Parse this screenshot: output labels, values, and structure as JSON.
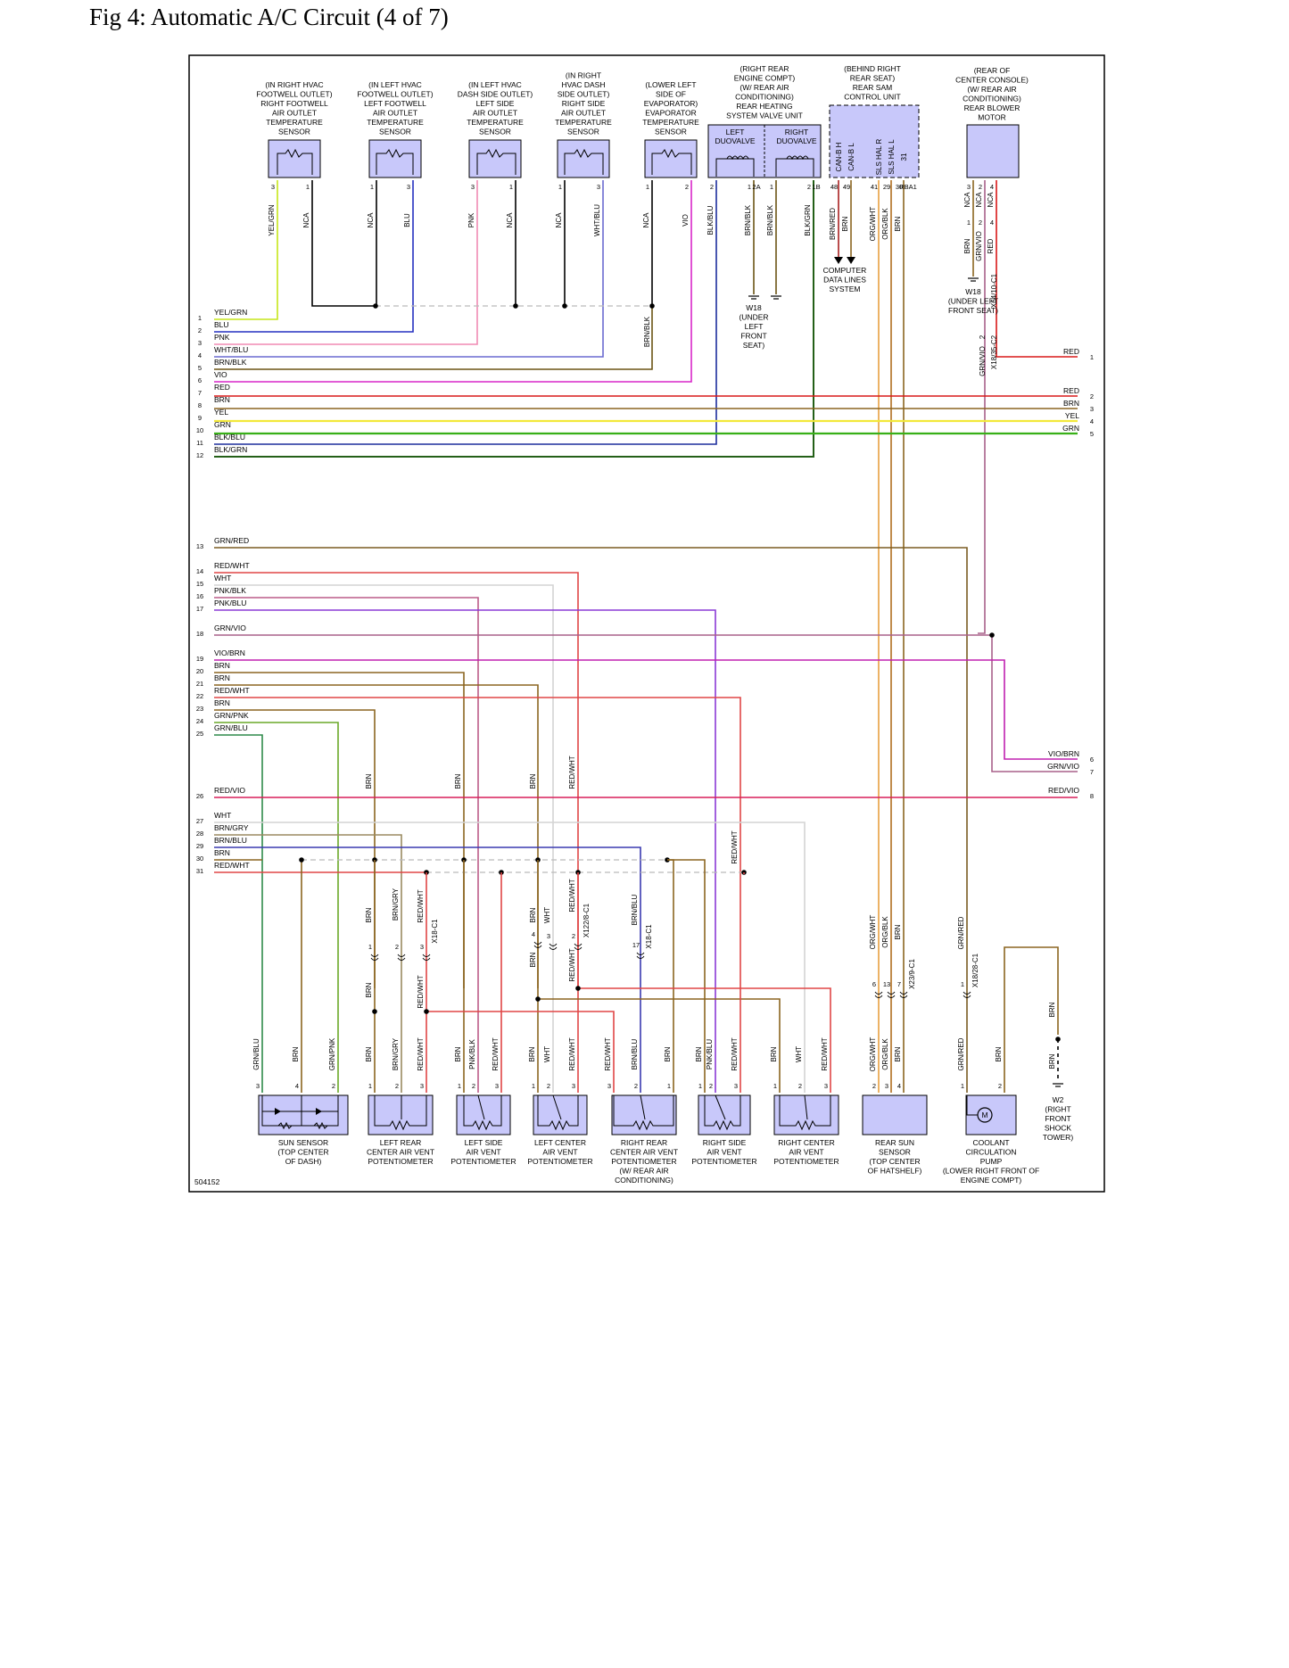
{
  "title": "Fig 4: Automatic A/C Circuit (4 of 7)",
  "diagram_id": "504152",
  "colors": {
    "YEL/GRN": "#c6e619",
    "BLU": "#2530c0",
    "PNK": "#f08ab4",
    "WHT/BLU": "#6a6ad0",
    "BRN/BLK": "#6b5414",
    "VIO": "#d826c8",
    "RED": "#d81818",
    "BRN": "#8b6520",
    "YEL": "#f2e83a",
    "GRN": "#38b018",
    "BLK/BLU": "#1c2d9c",
    "BLK/GRN": "#246018",
    "GRN/RED": "#7a5c22",
    "RED/WHT": "#e04646",
    "WHT": "#d4d4d4",
    "PNK/BLK": "#bc5c88",
    "PNK/BLU": "#8a3ad6",
    "GRN/VIO": "#a8608a",
    "VIO/BRN": "#c020b0",
    "GRN/PNK": "#6aa828",
    "GRN/BLU": "#2e8a4a",
    "RED/VIO": "#d81e5a",
    "BRN/GRY": "#9a8a60",
    "BRN/BLU": "#3a3ab0",
    "NCA": "#000000",
    "ORG/WHT": "#e8a040",
    "ORG/BLK": "#b07020",
    "BRN/RED": "#a82020",
    "PNK-dup": "#f08ab4",
    "BOX": "#c8c8fa"
  },
  "left_wires": [
    {
      "n": "1",
      "label": "YEL/GRN"
    },
    {
      "n": "2",
      "label": "BLU"
    },
    {
      "n": "3",
      "label": "PNK"
    },
    {
      "n": "4",
      "label": "WHT/BLU"
    },
    {
      "n": "5",
      "label": "BRN/BLK"
    },
    {
      "n": "6",
      "label": "VIO"
    },
    {
      "n": "7",
      "label": "RED"
    },
    {
      "n": "8",
      "label": "BRN"
    },
    {
      "n": "9",
      "label": "YEL"
    },
    {
      "n": "10",
      "label": "GRN"
    },
    {
      "n": "11",
      "label": "BLK/BLU"
    },
    {
      "n": "12",
      "label": "BLK/GRN"
    },
    {
      "n": "13",
      "label": "GRN/RED"
    },
    {
      "n": "14",
      "label": "RED/WHT"
    },
    {
      "n": "15",
      "label": "WHT"
    },
    {
      "n": "16",
      "label": "PNK/BLK"
    },
    {
      "n": "17",
      "label": "PNK/BLU"
    },
    {
      "n": "18",
      "label": "GRN/VIO"
    },
    {
      "n": "19",
      "label": "VIO/BRN"
    },
    {
      "n": "20",
      "label": "BRN"
    },
    {
      "n": "21",
      "label": "BRN"
    },
    {
      "n": "22",
      "label": "RED/WHT"
    },
    {
      "n": "23",
      "label": "BRN"
    },
    {
      "n": "24",
      "label": "GRN/PNK"
    },
    {
      "n": "25",
      "label": "GRN/BLU"
    },
    {
      "n": "26",
      "label": "RED/VIO"
    },
    {
      "n": "27",
      "label": "WHT"
    },
    {
      "n": "28",
      "label": "BRN/GRY"
    },
    {
      "n": "29",
      "label": "BRN/BLU"
    },
    {
      "n": "30",
      "label": "BRN"
    },
    {
      "n": "31",
      "label": "RED/WHT"
    }
  ],
  "right_wires": [
    {
      "n": "1",
      "label": "RED"
    },
    {
      "n": "2",
      "label": "RED"
    },
    {
      "n": "3",
      "label": "BRN"
    },
    {
      "n": "4",
      "label": "YEL"
    },
    {
      "n": "5",
      "label": "GRN"
    },
    {
      "n": "6",
      "label": "VIO/BRN"
    },
    {
      "n": "7",
      "label": "GRN/VIO"
    },
    {
      "n": "8",
      "label": "RED/VIO"
    }
  ],
  "top_components": [
    {
      "name": "right-footwell-sensor",
      "lines": [
        "(IN RIGHT HVAC",
        "FOOTWELL OUTLET)",
        "RIGHT FOOTWELL",
        "AIR OUTLET",
        "TEMPERATURE",
        "SENSOR"
      ],
      "pins": [
        {
          "n": "3",
          "w": "YEL/GRN"
        },
        {
          "n": "1",
          "w": "NCA"
        }
      ]
    },
    {
      "name": "left-footwell-sensor",
      "lines": [
        "(IN LEFT HVAC",
        "FOOTWELL OUTLET)",
        "LEFT FOOTWELL",
        "AIR OUTLET",
        "TEMPERATURE",
        "SENSOR"
      ],
      "pins": [
        {
          "n": "1",
          "w": "NCA"
        },
        {
          "n": "3",
          "w": "BLU"
        }
      ]
    },
    {
      "name": "left-side-outlet-sensor",
      "lines": [
        "(IN LEFT HVAC",
        "DASH SIDE OUTLET)",
        "LEFT SIDE",
        "AIR OUTLET",
        "TEMPERATURE",
        "SENSOR"
      ],
      "pins": [
        {
          "n": "3",
          "w": "PNK"
        },
        {
          "n": "1",
          "w": "NCA"
        }
      ]
    },
    {
      "name": "right-side-outlet-sensor",
      "lines": [
        "(IN RIGHT",
        "HVAC DASH",
        "SIDE OUTLET)",
        "RIGHT SIDE",
        "AIR OUTLET",
        "TEMPERATURE",
        "SENSOR"
      ],
      "pins": [
        {
          "n": "1",
          "w": "NCA"
        },
        {
          "n": "3",
          "w": "WHT/BLU"
        }
      ]
    },
    {
      "name": "evaporator-sensor",
      "lines": [
        "(LOWER LEFT",
        "SIDE OF",
        "EVAPORATOR)",
        "EVAPORATOR",
        "TEMPERATURE",
        "SENSOR"
      ],
      "pins": [
        {
          "n": "1",
          "w": "NCA"
        },
        {
          "n": "2",
          "w": "VIO"
        }
      ]
    }
  ],
  "valve_unit": {
    "lines": [
      "(RIGHT REAR",
      "ENGINE COMPT)",
      "(W/ REAR AIR",
      "CONDITIONING)",
      "REAR HEATING",
      "SYSTEM VALVE UNIT"
    ],
    "left": [
      "LEFT",
      "DUOVALVE"
    ],
    "right": [
      "RIGHT",
      "DUOVALVE"
    ],
    "pins": [
      {
        "n": "2",
        "w": "BLK/BLU"
      },
      {
        "n": "1",
        "w": "BRN/BLK"
      },
      {
        "n": "2A",
        "w": ""
      },
      {
        "n": "1",
        "w": "BRN/BLK"
      },
      {
        "n": "2",
        "w": "BLK/GRN"
      },
      {
        "n": "1B",
        "w": ""
      }
    ]
  },
  "sam_unit": {
    "lines": [
      "(BEHIND RIGHT",
      "REAR SEAT)",
      "REAR SAM",
      "CONTROL UNIT"
    ],
    "pins_text": [
      "CAN-B H",
      "CAN-B L",
      "SLS HAL R",
      "SLS HAL L",
      "31"
    ],
    "pins": [
      {
        "n": "48",
        "w": "BRN/RED"
      },
      {
        "n": "49",
        "w": "BRN"
      },
      {
        "n": "41",
        "w": "ORG/WHT"
      },
      {
        "n": "29",
        "w": "ORG/BLK"
      },
      {
        "n": "30",
        "w": "BRN"
      },
      {
        "n": "RBA1",
        "w": ""
      }
    ]
  },
  "blower": {
    "lines": [
      "(REAR OF",
      "CENTER CONSOLE)",
      "(W/ REAR AIR",
      "CONDITIONING)",
      "REAR BLOWER",
      "MOTOR"
    ],
    "pins": [
      {
        "n": "3",
        "w": "NCA"
      },
      {
        "n": "2",
        "w": "NCA"
      },
      {
        "n": "4",
        "w": "NCA"
      }
    ],
    "wires": [
      {
        "n": "1",
        "w": "BRN"
      },
      {
        "n": "2",
        "w": "GRN/VIO"
      },
      {
        "n": "4",
        "w": "RED"
      }
    ]
  },
  "data_lines": [
    "COMPUTER",
    "DATA LINES",
    "SYSTEM"
  ],
  "ground_w18_seat": [
    "W18",
    "(UNDER",
    "LEFT",
    "FRONT",
    "SEAT)"
  ],
  "ground_w18_front": [
    "W18",
    "(UNDER LEFT",
    "FRONT SEAT)"
  ],
  "ground_w2": [
    "W2",
    "(RIGHT",
    "FRONT",
    "SHOCK",
    "TOWER)"
  ],
  "connectors": [
    "X64/10-C1",
    "X18/35-C2",
    "X18-C1",
    "X122/8-C1",
    "X18-C1",
    "X23/9-C1",
    "X18/28-C1"
  ],
  "bottom_components": [
    {
      "name": "sun-sensor",
      "lines": [
        "SUN SENSOR",
        "(TOP CENTER",
        "OF DASH)"
      ],
      "pins": [
        {
          "n": "3",
          "w": "GRN/BLU"
        },
        {
          "n": "4",
          "w": "BRN"
        },
        {
          "n": "2",
          "w": "GRN/PNK"
        }
      ]
    },
    {
      "name": "left-rear-center-pot",
      "lines": [
        "LEFT REAR",
        "CENTER AIR VENT",
        "POTENTIOMETER"
      ],
      "pins": [
        {
          "n": "1",
          "w": "BRN"
        },
        {
          "n": "2",
          "w": "BRN/GRY"
        },
        {
          "n": "3",
          "w": "RED/WHT"
        }
      ]
    },
    {
      "name": "left-side-pot",
      "lines": [
        "LEFT SIDE",
        "AIR VENT",
        "POTENTIOMETER"
      ],
      "pins": [
        {
          "n": "1",
          "w": "BRN"
        },
        {
          "n": "2",
          "w": "PNK/BLK"
        },
        {
          "n": "3",
          "w": "RED/WHT"
        }
      ]
    },
    {
      "name": "left-center-pot",
      "lines": [
        "LEFT CENTER",
        "AIR VENT",
        "POTENTIOMETER"
      ],
      "pins": [
        {
          "n": "1",
          "w": "BRN"
        },
        {
          "n": "2",
          "w": "WHT"
        },
        {
          "n": "3",
          "w": "RED/WHT"
        }
      ]
    },
    {
      "name": "right-rear-center-pot",
      "lines": [
        "RIGHT REAR",
        "CENTER AIR VENT",
        "POTENTIOMETER",
        "(W/ REAR AIR",
        "CONDITIONING)"
      ],
      "pins": [
        {
          "n": "3",
          "w": "RED/WHT"
        },
        {
          "n": "2",
          "w": "BRN/BLU"
        },
        {
          "n": "1",
          "w": "BRN"
        }
      ]
    },
    {
      "name": "right-side-pot",
      "lines": [
        "RIGHT SIDE",
        "AIR VENT",
        "POTENTIOMETER"
      ],
      "pins": [
        {
          "n": "1",
          "w": "BRN"
        },
        {
          "n": "2",
          "w": "PNK/BLU"
        },
        {
          "n": "3",
          "w": "RED/WHT"
        }
      ]
    },
    {
      "name": "right-center-pot",
      "lines": [
        "RIGHT CENTER",
        "AIR VENT",
        "POTENTIOMETER"
      ],
      "pins": [
        {
          "n": "1",
          "w": "BRN"
        },
        {
          "n": "2",
          "w": "WHT"
        },
        {
          "n": "3",
          "w": "RED/WHT"
        }
      ]
    },
    {
      "name": "rear-sun-sensor",
      "lines": [
        "REAR SUN",
        "SENSOR",
        "(TOP CENTER",
        "OF HATSHELF)"
      ],
      "pins": [
        {
          "n": "2",
          "w": "ORG/WHT"
        },
        {
          "n": "3",
          "w": "ORG/BLK"
        },
        {
          "n": "4",
          "w": "BRN"
        }
      ]
    },
    {
      "name": "coolant-pump",
      "lines": [
        "COOLANT",
        "CIRCULATION",
        "PUMP",
        "(LOWER RIGHT FRONT OF",
        "ENGINE COMPT)"
      ],
      "pins": [
        {
          "n": "1",
          "w": "GRN/RED"
        },
        {
          "n": "2",
          "w": "BRN"
        }
      ]
    }
  ],
  "mid_labels": {
    "brn_tags": [
      "BRN",
      "BRN",
      "BRN",
      "RED/WHT",
      "RED/WHT"
    ],
    "conn_pins_a": [
      {
        "n": "1",
        "w": "BRN"
      },
      {
        "n": "2",
        "w": "BRN/GRY"
      },
      {
        "n": "3",
        "w": "RED/WHT"
      }
    ],
    "conn_pins_b": [
      {
        "n": "4",
        "w": "BRN"
      },
      {
        "n": "3",
        "w": "WHT"
      },
      {
        "n": "2",
        "w": "RED/WHT"
      }
    ],
    "conn_pins_c": [
      {
        "n": "17",
        "w": "BRN/BLU"
      }
    ],
    "conn_pins_d": [
      {
        "n": "6",
        "w": "ORG/WHT"
      },
      {
        "n": "13",
        "w": "ORG/BLK"
      },
      {
        "n": "7",
        "w": "BRN"
      }
    ],
    "conn_pins_e": [
      {
        "n": "1",
        "w": "GRN/RED"
      }
    ],
    "below_a": [
      "BRN",
      "RED/WHT"
    ],
    "below_b": [
      "BRN",
      "RED/WHT"
    ],
    "right_brn": [
      "BRN",
      "BRN"
    ]
  }
}
